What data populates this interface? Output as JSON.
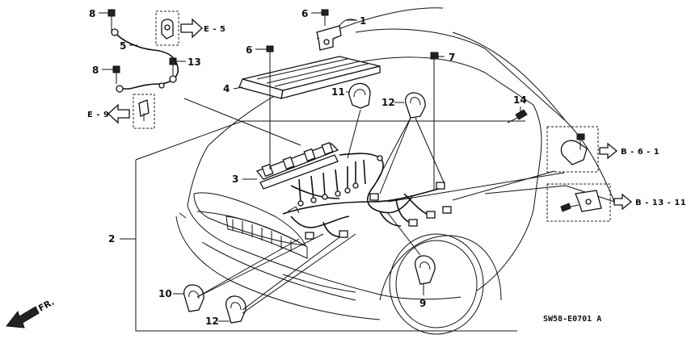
{
  "diagram": {
    "part_numbers": [
      "1",
      "2",
      "3",
      "4",
      "5",
      "6",
      "6",
      "7",
      "8",
      "8",
      "9",
      "10",
      "11",
      "12",
      "12",
      "13",
      "14"
    ],
    "references": {
      "e5": "E - 5",
      "e9": "E - 9",
      "b61": "B - 6 - 1",
      "b1311": "B - 13 - 11"
    },
    "direction": "FR.",
    "drawing_code": "SW58-E0701 A"
  }
}
